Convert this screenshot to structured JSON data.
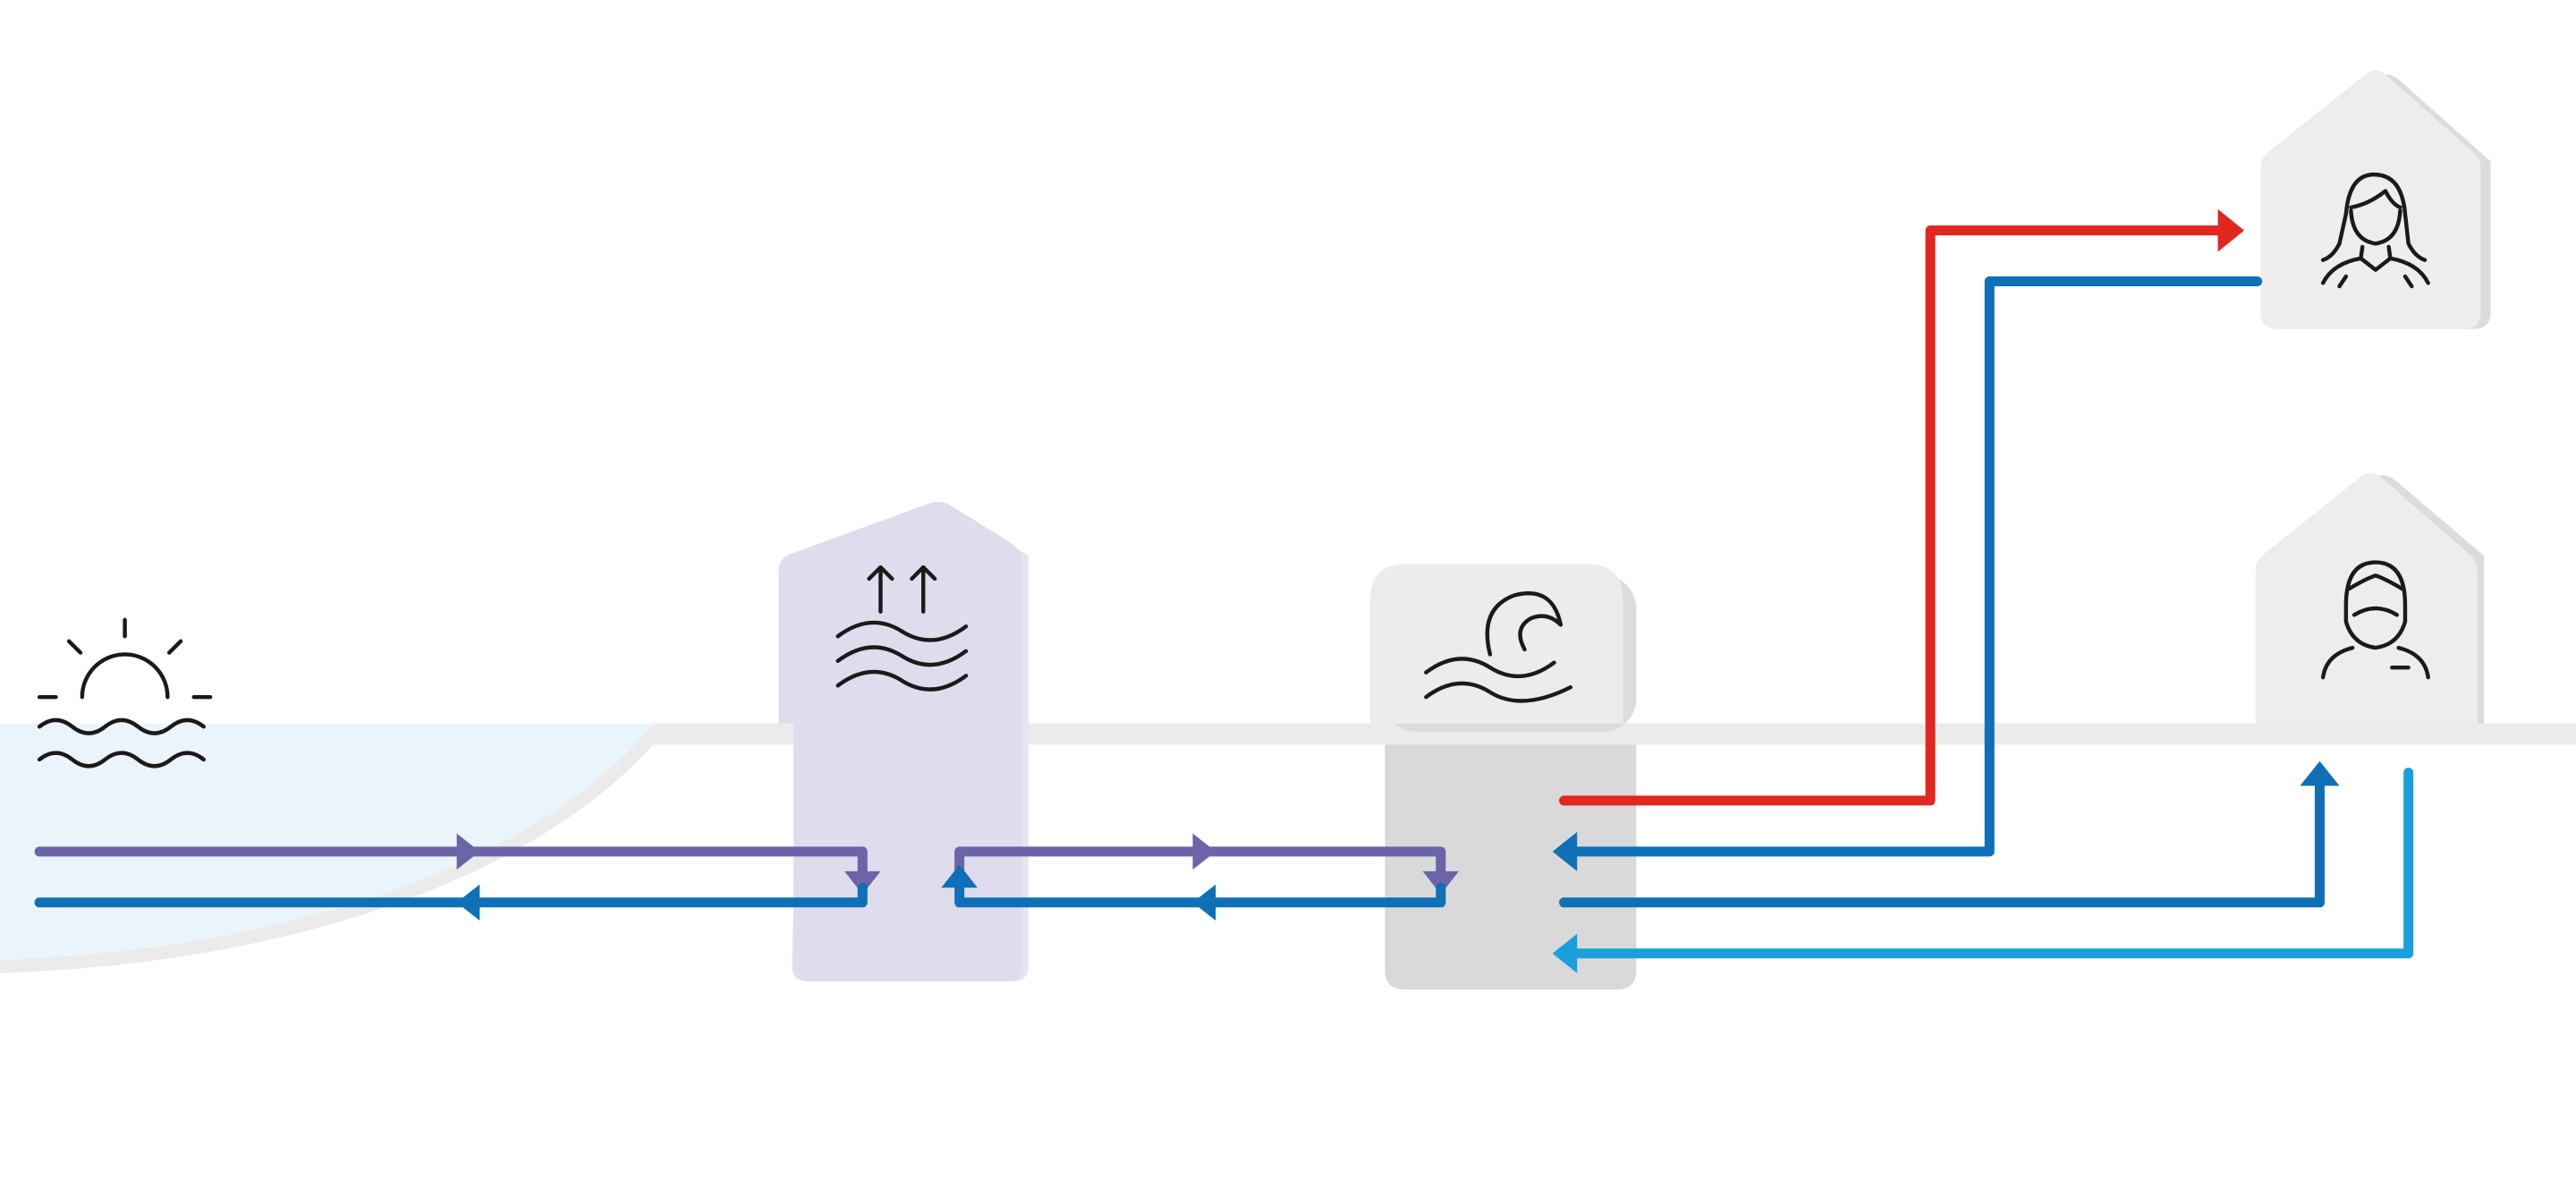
{
  "diagram": {
    "colors": {
      "background": "#ffffff",
      "ground": "#ebebeb",
      "sea_water": "#eaf4fb",
      "source_loop": "#6b64a8",
      "return_loop": "#0f6fb7",
      "hot_supply": "#e1271f",
      "light_return": "#19a0dc",
      "heat_pump_body": "#dedced",
      "heat_pump_shadow": "#e6e4f3",
      "storage_body": "#d9d9d9",
      "storage_top": "#ececec",
      "house_body": "#ededed",
      "house_shadow": "#dcdcdc",
      "icon_stroke": "#1a1a1a"
    },
    "nodes": [
      {
        "id": "sea",
        "icon": "sun-over-water-icon"
      },
      {
        "id": "heat-pump",
        "icon": "waves-rising-icon"
      },
      {
        "id": "storage",
        "icon": "wave-icon"
      },
      {
        "id": "house-1",
        "icon": "woman-user-icon"
      },
      {
        "id": "house-2",
        "icon": "man-user-icon"
      }
    ],
    "connections": [
      {
        "from": "sea",
        "to": "heat-pump",
        "color": "source_loop"
      },
      {
        "from": "heat-pump",
        "to": "sea",
        "color": "return_loop"
      },
      {
        "from": "heat-pump",
        "to": "storage",
        "color": "source_loop"
      },
      {
        "from": "storage",
        "to": "heat-pump",
        "color": "return_loop"
      },
      {
        "from": "storage",
        "to": "house-1",
        "color": "hot_supply"
      },
      {
        "from": "house-1",
        "to": "storage",
        "color": "return_loop"
      },
      {
        "from": "storage",
        "to": "house-2",
        "color": "return_loop"
      },
      {
        "from": "house-2",
        "to": "storage",
        "color": "light_return"
      }
    ]
  }
}
